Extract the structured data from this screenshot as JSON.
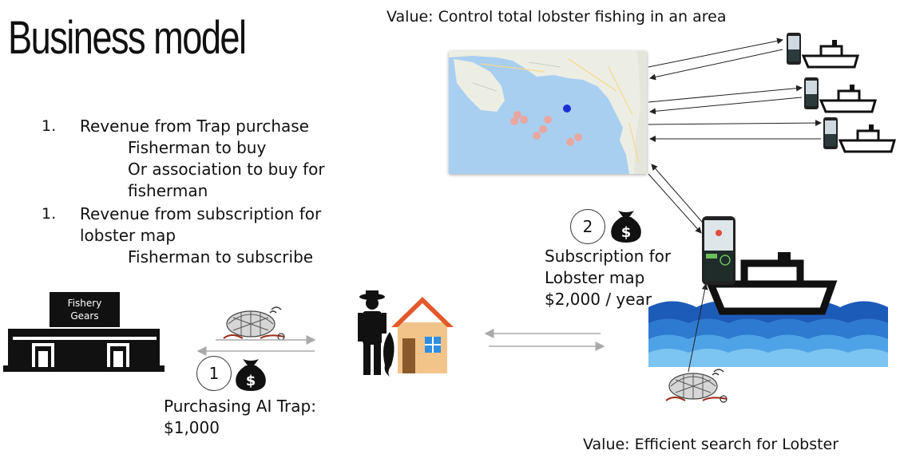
{
  "title": "Business model",
  "value_top": "Value: Control total lobster fishing in an area",
  "value_bottom": "Value: Efficient search for Lobster",
  "revenue_list": {
    "item1": {
      "number": "1.",
      "heading": "Revenue from Trap purchase",
      "line1": "Fisherman to buy",
      "line2": "Or association to buy for",
      "line3": "fisherman"
    },
    "item2": {
      "number": "1.",
      "heading": "Revenue from subscription for",
      "heading_cont": "lobster map",
      "line1": "Fisherman to subscribe"
    }
  },
  "store": {
    "line1": "Fishery",
    "line2": "Gears"
  },
  "purchase": {
    "step": "1",
    "label": "Purchasing AI Trap:",
    "price": "$1,000",
    "bag_symbol": "$"
  },
  "subscription": {
    "step": "2",
    "line1": "Subscription for",
    "line2": "Lobster map",
    "line3": "$2,000 / year",
    "bag_symbol": "$"
  },
  "colors": {
    "map_water": "#a9cff0",
    "map_land": "#eceee4",
    "lobster_marker": "#e8a7a0",
    "current_marker": "#1a2fd6",
    "sea_dark": "#1d5bb8",
    "sea_light": "#4ea3e6",
    "house_roof": "#e2582a",
    "house_wall": "#f2c48a"
  },
  "icons": [
    "trap-icon",
    "money-bag-icon",
    "fisherman-icon",
    "house-icon",
    "phone-icon",
    "boat-icon",
    "store-icon",
    "map-icon"
  ]
}
